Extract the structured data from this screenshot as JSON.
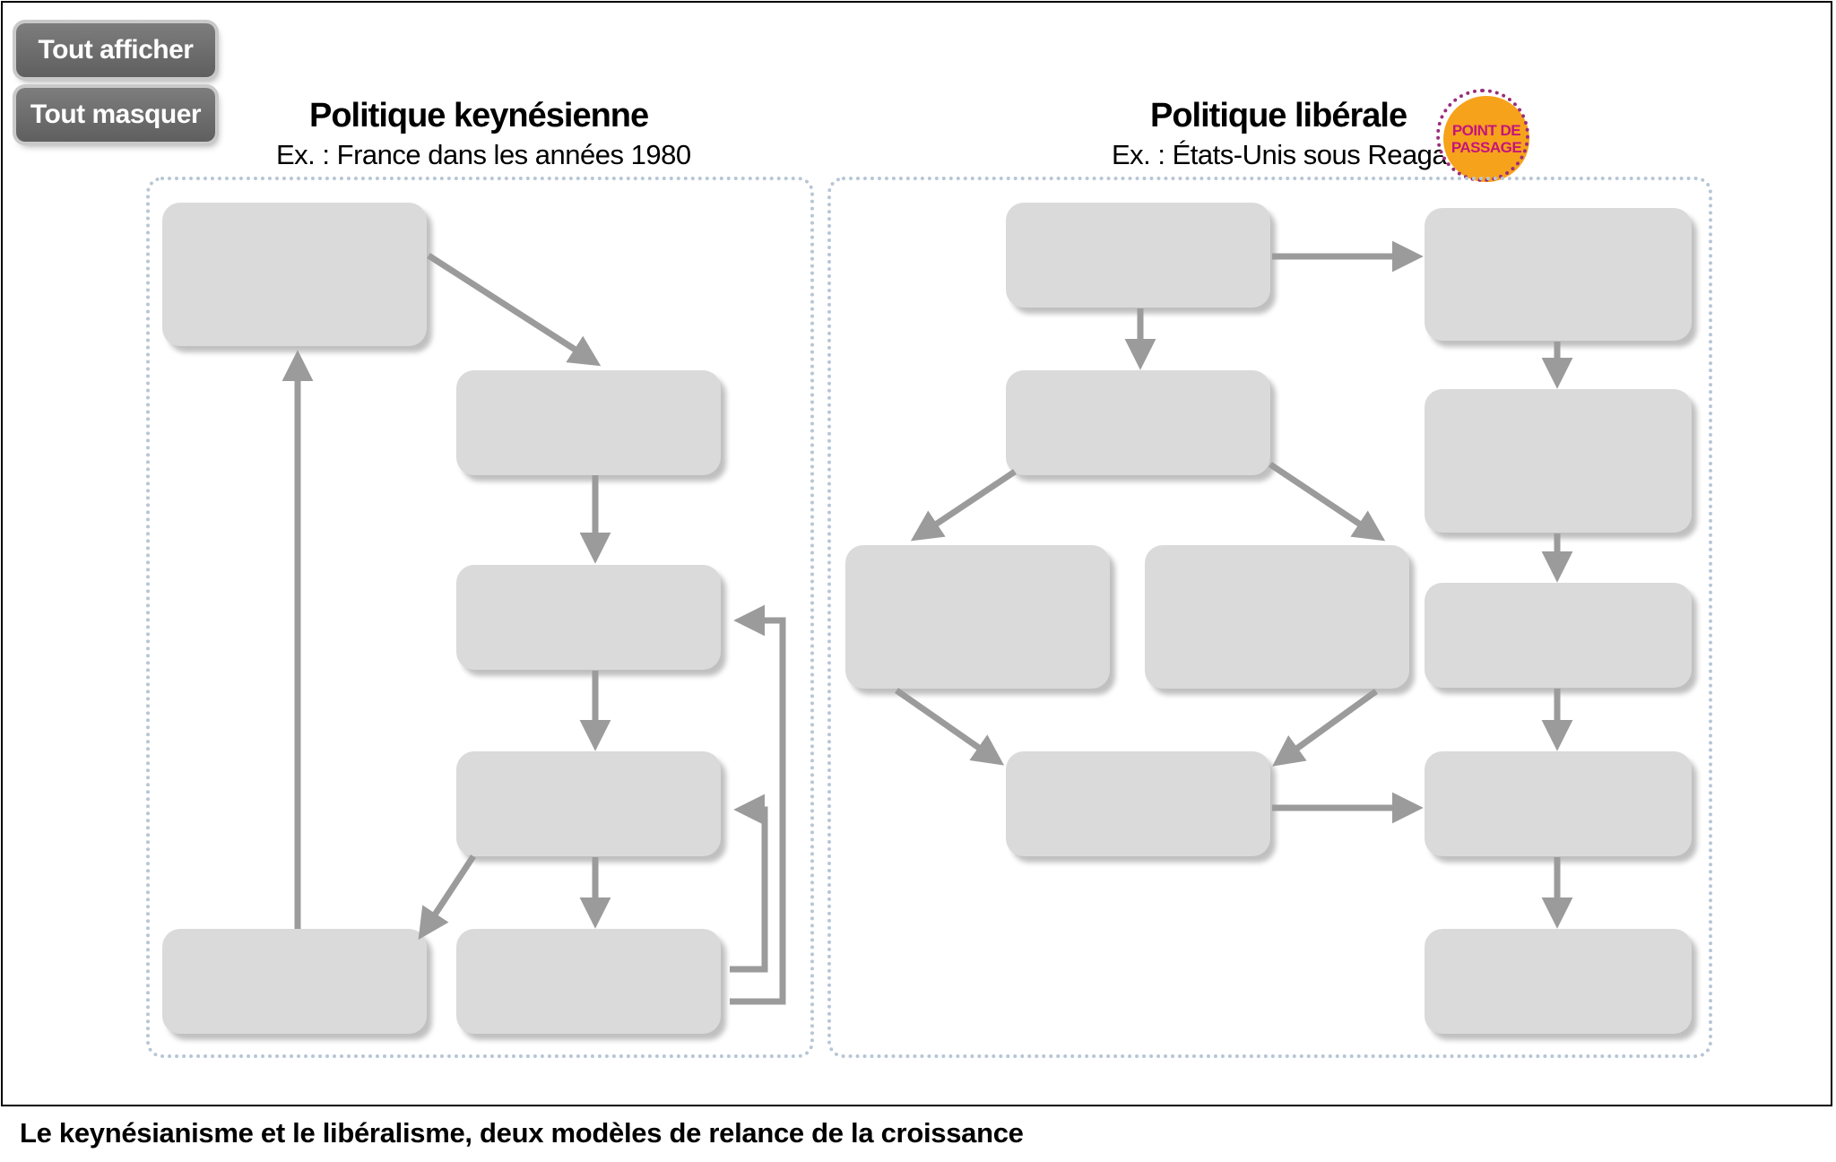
{
  "controls": {
    "show_all": "Tout afficher",
    "hide_all": "Tout masquer"
  },
  "keynesian": {
    "title": "Politique keynésienne",
    "subtitle": "Ex. : France dans les années 1980"
  },
  "liberal": {
    "title": "Politique libérale",
    "subtitle": "Ex. : États-Unis sous Reagan",
    "badge": "POINT DE PASSAGE"
  },
  "caption": "Le keynésianisme et le libéralisme, deux modèles de relance de la croissance",
  "colors": {
    "box": "#dadada",
    "arrow": "#9b9b9b",
    "panel_border": "#b7c6d6",
    "badge_fill": "#f7a21b",
    "badge_text": "#c4157a",
    "button": "#6e6e6e"
  }
}
